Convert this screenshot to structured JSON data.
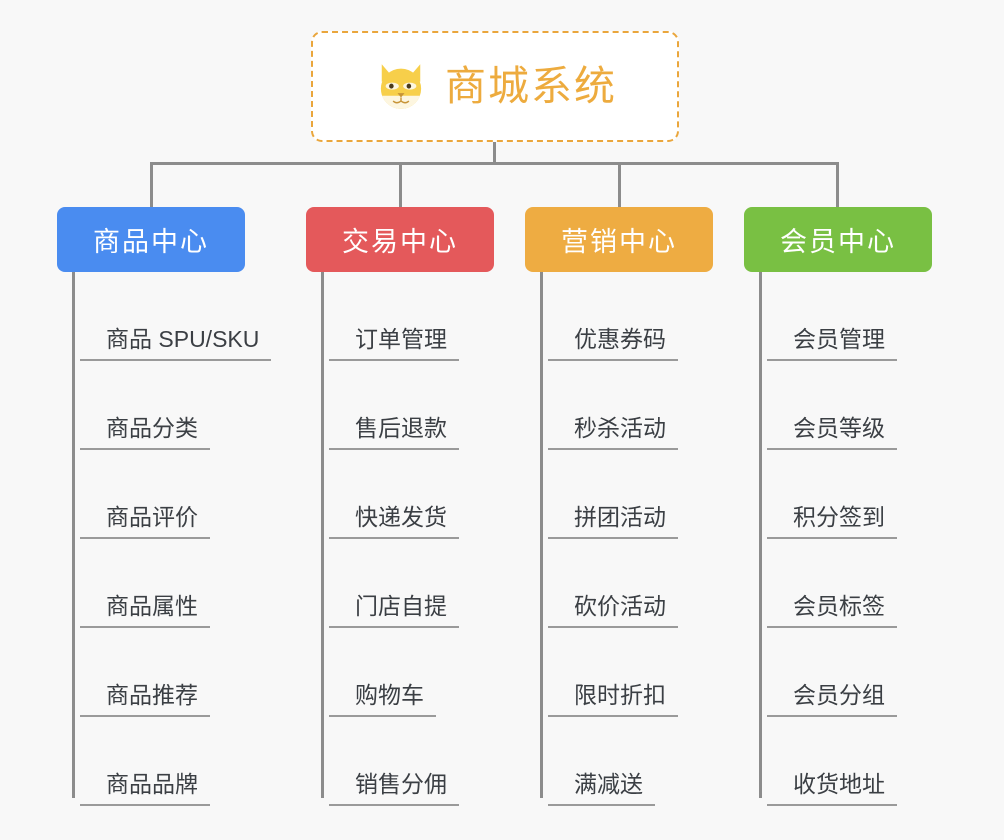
{
  "canvas": {
    "background": "#f8f8f8",
    "connector_color": "#8c8c8c"
  },
  "root": {
    "title": "商城系统",
    "icon": "shiba-dog-face-icon",
    "text_color": "#edab3e",
    "border_color": "#eaa63c",
    "background": "#ffffff"
  },
  "branches": [
    {
      "title": "商品中心",
      "color": "#4a8cf0",
      "items": [
        "商品 SPU/SKU",
        "商品分类",
        "商品评价",
        "商品属性",
        "商品推荐",
        "商品品牌"
      ]
    },
    {
      "title": "交易中心",
      "color": "#e4595b",
      "items": [
        "订单管理",
        "售后退款",
        "快递发货",
        "门店自提",
        "购物车",
        "销售分佣"
      ]
    },
    {
      "title": "营销中心",
      "color": "#eeac42",
      "items": [
        "优惠券码",
        "秒杀活动",
        "拼团活动",
        "砍价活动",
        "限时折扣",
        "满减送"
      ]
    },
    {
      "title": "会员中心",
      "color": "#79c043",
      "items": [
        "会员管理",
        "会员等级",
        "积分签到",
        "会员标签",
        "会员分组",
        "收货地址"
      ]
    }
  ]
}
